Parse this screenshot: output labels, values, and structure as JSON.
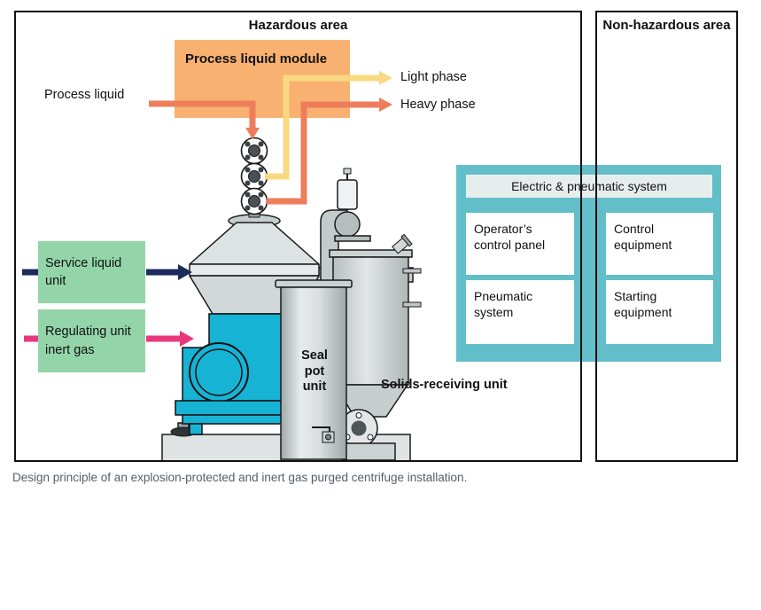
{
  "areas": {
    "hazardous": {
      "title": "Hazardous area"
    },
    "non_hazardous": {
      "title": "Non-hazardous area"
    }
  },
  "process_module": {
    "title": "Process liquid module"
  },
  "flow_labels": {
    "process_liquid": "Process liquid",
    "light_phase": "Light phase",
    "heavy_phase": "Heavy phase"
  },
  "unit_boxes": {
    "service_liquid": "Service liquid unit",
    "regulating": "Regulating unit inert gas"
  },
  "machine_labels": {
    "seal_pot": "Seal pot unit",
    "solids_receiving": "Solids-receiving unit"
  },
  "system_panel": {
    "header": "Electric & pneumatic system",
    "hazardous_side": [
      "Operator’s control panel",
      "Pneumatic system"
    ],
    "non_hazardous_side": [
      "Control equipment",
      "Starting equipment"
    ]
  },
  "caption": "Design principle of an explosion-protected and inert gas purged centrifuge installation.",
  "colors": {
    "process_module_fill": "#F8B171",
    "heavy_phase_arrow": "#EE7D5B",
    "light_phase_arrow": "#F9D981",
    "unit_box_fill": "#93D5A9",
    "service_arrow": "#1B2B5B",
    "inert_gas_arrow": "#E8387D",
    "system_panel_fill": "#62BFC9",
    "system_header_fill": "#E6EDED",
    "machine_cyan": "#17B3D4",
    "caption_text": "#565E66"
  }
}
